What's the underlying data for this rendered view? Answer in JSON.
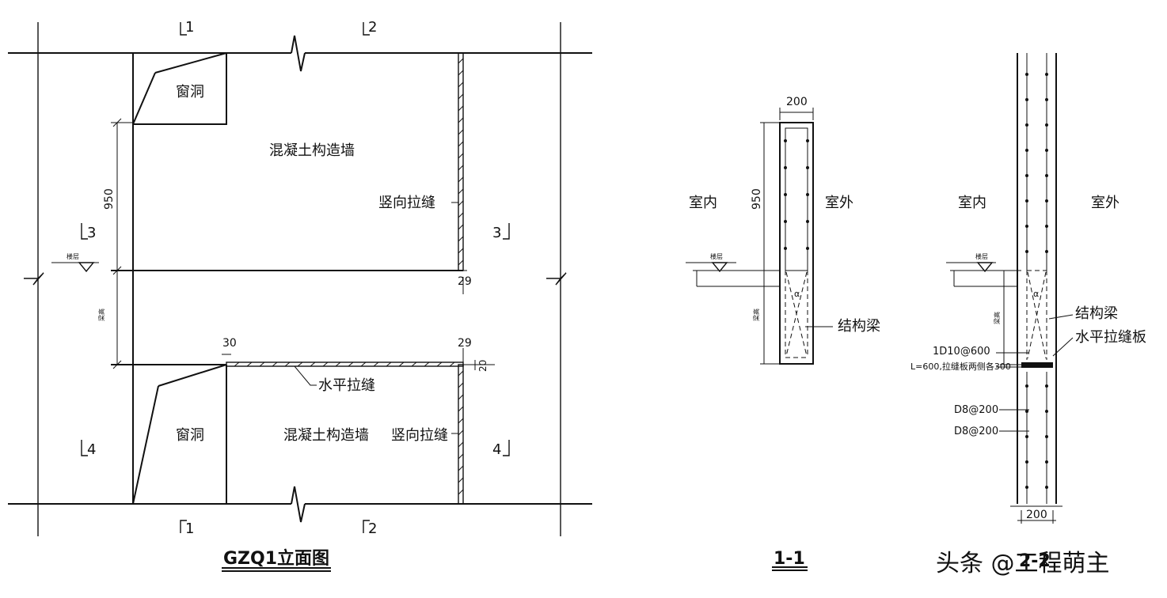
{
  "elevation": {
    "title": "GZQ1立面图",
    "window_label": "窗洞",
    "wall_label": "混凝土构造墙",
    "vertical_joint_label": "竖向拉缝",
    "horizontal_joint_label": "水平拉缝",
    "dim_950": "950",
    "dim_29a": "29",
    "dim_29b": "29",
    "dim_30": "30",
    "dim_20": "20",
    "floor_label": "楼层",
    "height_label": "梁高",
    "section_1": "1",
    "section_2": "2",
    "section_3": "3",
    "section_4": "4"
  },
  "section_1_1": {
    "title": "1-1",
    "dim_200": "200",
    "dim_950": "950",
    "indoor": "室内",
    "outdoor": "室外",
    "beam_label": "结构梁",
    "floor_label": "楼层",
    "height_label": "梁高",
    "angle_label": "α"
  },
  "section_2_2": {
    "title": "2-2",
    "dim_200": "200",
    "indoor": "室内",
    "outdoor": "室外",
    "beam_label": "结构梁",
    "joint_plate_label": "水平拉缝板",
    "rebar_1": "1D10@600",
    "rebar_1_note": "L=600,拉缝板两侧各300",
    "rebar_2": "D8@200",
    "rebar_3": "D8@200",
    "floor_label": "楼层",
    "height_label": "梁高",
    "angle_label": "α"
  },
  "watermark": "头条 @工程萌主"
}
